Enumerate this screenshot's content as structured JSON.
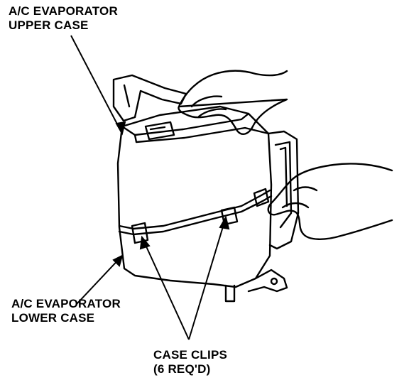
{
  "labels": {
    "upper_case": {
      "line1": "A/C EVAPORATOR",
      "line2": "UPPER CASE"
    },
    "lower_case": {
      "line1": "A/C EVAPORATOR",
      "line2": "LOWER CASE"
    },
    "case_clips": {
      "line1": "CASE CLIPS",
      "line2": "(6 REQ'D)"
    }
  },
  "colors": {
    "ink": "#000000",
    "paper": "#ffffff"
  }
}
